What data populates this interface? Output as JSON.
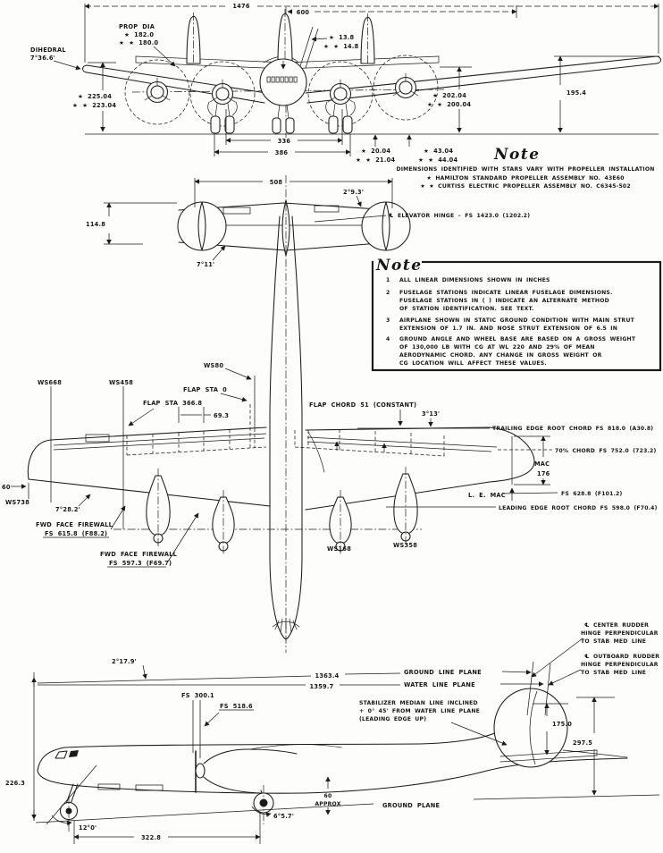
{
  "front_view": {
    "dim_span": "1476",
    "dim_semispan": "600",
    "prop_dia_line1": "PROP DIA",
    "prop_dia_line2": "★ 182.0",
    "prop_dia_line3": "★ ★ 180.0",
    "dihedral_line1": "DIHEDRAL",
    "dihedral_line2": "7°36.6'",
    "height_left_line1": "★ 225.04",
    "height_left_line2": "★ ★ 223.04",
    "clearance_center_line1": "★ 13.8",
    "clearance_center_line2": "★ ★ 14.8",
    "height_right_line1": "★ 202.04",
    "height_right_line2": "★ ★ 200.04",
    "tail_height": "195.4",
    "gear_track_inner": "336",
    "gear_track_outer": "386",
    "clearance_a_line1": "★ 20.04",
    "clearance_a_line2": "★ ★ 21.04",
    "clearance_b_line1": "★ 43.04",
    "clearance_b_line2": "★ ★ 44.04",
    "note_title": "Note",
    "star_note_line1": "DIMENSIONS IDENTIFIED WITH STARS VARY WITH PROPELLER INSTALLATION",
    "star_note_line2": "★ HAMILTON STANDARD PROPELLER ASSEMBLY NO. 43E60",
    "star_note_line3": "★ ★ CURTISS ELECTRIC PROPELLER ASSEMBLY NO. C6345-502"
  },
  "tail_view": {
    "dim_span": "508",
    "stab_angle": "2°9.3'",
    "dim_height": "114.8",
    "stab_dihedral": "7°11'",
    "elevator_hinge": "℄ ELEVATOR HINGE – FS 1423.0 (1202.2)"
  },
  "notes_box": {
    "title": "Note",
    "items": [
      {
        "num": "1",
        "lines": [
          "ALL LINEAR DIMENSIONS SHOWN IN INCHES"
        ]
      },
      {
        "num": "2",
        "lines": [
          "FUSELAGE STATIONS INDICATE LINEAR FUSELAGE DIMENSIONS.",
          "FUSELAGE STATIONS IN (  ) INDICATE AN ALTERNATE METHOD",
          "OF STATION IDENTIFICATION. SEE TEXT."
        ]
      },
      {
        "num": "3",
        "lines": [
          "AIRPLANE SHOWN IN STATIC GROUND CONDITION WITH MAIN STRUT",
          "EXTENSION OF 1.7 IN. AND NOSE STRUT EXTENSION OF 6.5 IN"
        ]
      },
      {
        "num": "4",
        "lines": [
          "GROUND ANGLE AND WHEEL BASE ARE BASED ON A GROSS WEIGHT",
          "OF 130,000 LB WITH CG AT WL 220 AND 29% OF MEAN",
          "AERODYNAMIC CHORD. ANY CHANGE IN GROSS WEIGHT OR",
          "CG LOCATION WILL AFFECT THESE VALUES."
        ]
      }
    ]
  },
  "plan_view": {
    "ws668": "WS668",
    "ws458": "WS458",
    "ws80": "WS80",
    "ws738": "WS738",
    "ws168": "WS168",
    "ws358": "WS358",
    "flap_sta_0": "FLAP STA 0",
    "flap_sta_3668": "FLAP STA 366.8",
    "flap_segment": "69.3",
    "flap_chord": "FLAP CHORD 51 (CONSTANT)",
    "te_sweep": "3°13'",
    "te_root_chord": "TRAILING EDGE ROOT CHORD FS 818.0 (A30.8)",
    "chord_70": "70% CHORD FS 752.0 (723.2)",
    "mac_label": "MAC",
    "mac_value": "176",
    "le_mac": "L. E. MAC",
    "le_mac_fs": "FS 628.8 (F101.2)",
    "le_root_chord": "LEADING EDGE ROOT CHORD FS 598.0 (F70.4)",
    "tip_60": "60",
    "le_sweep": "7°28.2'",
    "firewall_outboard_line1": "FWD FACE FIREWALL",
    "firewall_outboard_line2": "FS 615.8 (F88.2)",
    "firewall_inboard_line1": "FWD FACE FIREWALL",
    "firewall_inboard_line2": "FS 597.3 (F69.7)"
  },
  "side_view": {
    "glp_angle": "2°17.9'",
    "dim_glp": "1363.4",
    "ground_line_plane": "GROUND LINE PLANE",
    "dim_wlp": "1359.7",
    "water_line_plane": "WATER LINE PLANE",
    "fs_3001": "FS 300.1",
    "fs_5186": "FS 518.6",
    "stab_line1": "STABILIZER MEDIAN LINE INCLINED",
    "stab_line2": "+ 0° 45' FROM WATER LINE PLANE",
    "stab_line3": "(LEADING EDGE UP)",
    "center_rudder_line1": "℄ CENTER RUDDER",
    "center_rudder_line2": "HINGE PERPENDICULAR",
    "center_rudder_line3": "TO STAB MED LINE",
    "outboard_rudder_line1": "℄ OUTBOARD RUDDER",
    "outboard_rudder_line2": "HINGE PERPENDICULAR",
    "outboard_rudder_line3": "TO STAB MED LINE",
    "fin_height": "175.0",
    "tail_height": "297.5",
    "nose_height": "226.3",
    "prop_clearance_line1": "60",
    "prop_clearance_line2": "APPROX",
    "nose_gear_angle": "12°0'",
    "wheel_base": "322.8",
    "static_angle": "6°5.7'",
    "ground_plane": "GROUND PLANE"
  }
}
